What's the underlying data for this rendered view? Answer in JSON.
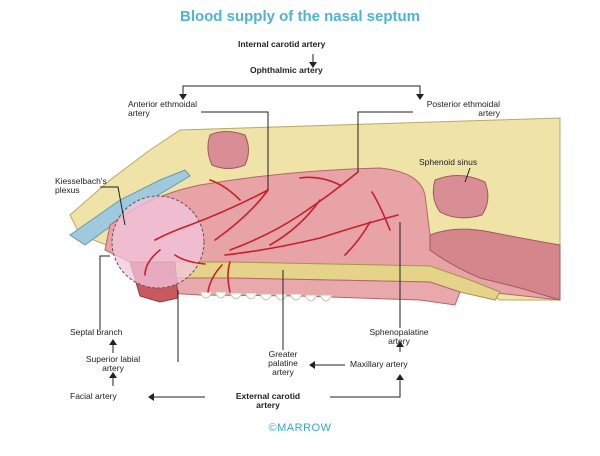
{
  "title": "Blood supply of the nasal septum",
  "labels": {
    "internal_carotid": "Internal carotid artery",
    "ophthalmic": "Ophthalmic artery",
    "anterior_ethmoidal_1": "Anterior ethmoidal",
    "anterior_ethmoidal_2": "artery",
    "posterior_ethmoidal_1": "Posterior ethmoidal",
    "posterior_ethmoidal_2": "artery",
    "sphenoid_sinus": "Sphenoid sinus",
    "kiesselbach_1": "Kiesselbach's",
    "kiesselbach_2": "plexus",
    "septal_branch": "Septal branch",
    "superior_labial_1": "Superior labial",
    "superior_labial_2": "artery",
    "facial": "Facial artery",
    "greater_palatine_1": "Greater",
    "greater_palatine_2": "palatine",
    "greater_palatine_3": "artery",
    "sphenopalatine_1": "Sphenopalatine",
    "sphenopalatine_2": "artery",
    "maxillary": "Maxillary artery",
    "external_carotid_1": "External carotid",
    "external_carotid_2": "artery"
  },
  "watermark": "©MARROW",
  "colors": {
    "title": "#4fb3d3",
    "mucosa": "#e7a3a6",
    "bone": "#efe3a8",
    "artery": "#c8202a",
    "plexus": "#f3c6dd"
  }
}
